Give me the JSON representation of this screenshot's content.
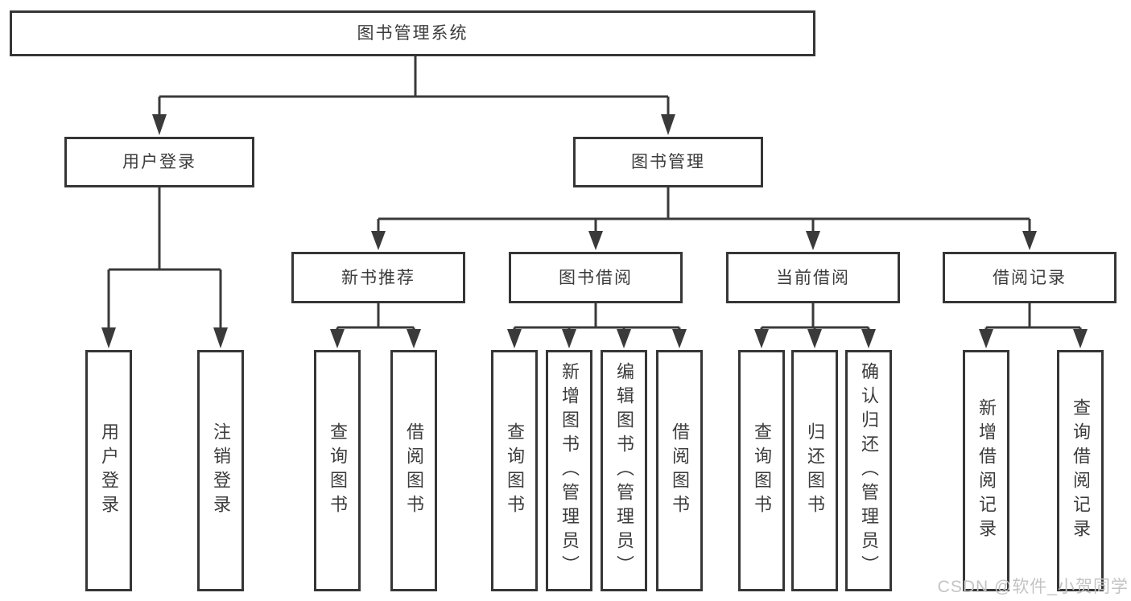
{
  "diagram": {
    "title": "图书管理系统",
    "nodes": {
      "root": "图书管理系统",
      "level2": {
        "user_login": "用户登录",
        "book_mgmt": "图书管理"
      },
      "level3": {
        "new_books": "新书推荐",
        "book_borrow": "图书借阅",
        "current_borrow": "当前借阅",
        "borrow_records": "借阅记录"
      },
      "leaves": {
        "user_login": [
          "用户登录",
          "注销登录"
        ],
        "new_books": [
          "查询图书",
          "借阅图书"
        ],
        "book_borrow": [
          "查询图书",
          "新增图书（管理员）",
          "编辑图书（管理员）",
          "借阅图书"
        ],
        "current_borrow": [
          "查询图书",
          "归还图书",
          "确认归还（管理员）"
        ],
        "borrow_records": [
          "新增借阅记录",
          "查询借阅记录"
        ]
      }
    },
    "colors": {
      "line": "#3a3a3a",
      "border": "#363636",
      "text": "#3c3c3c",
      "background": "#ffffff",
      "watermark": "#c3c3c3"
    }
  },
  "watermark": "CSDN @软件_小贺同学"
}
